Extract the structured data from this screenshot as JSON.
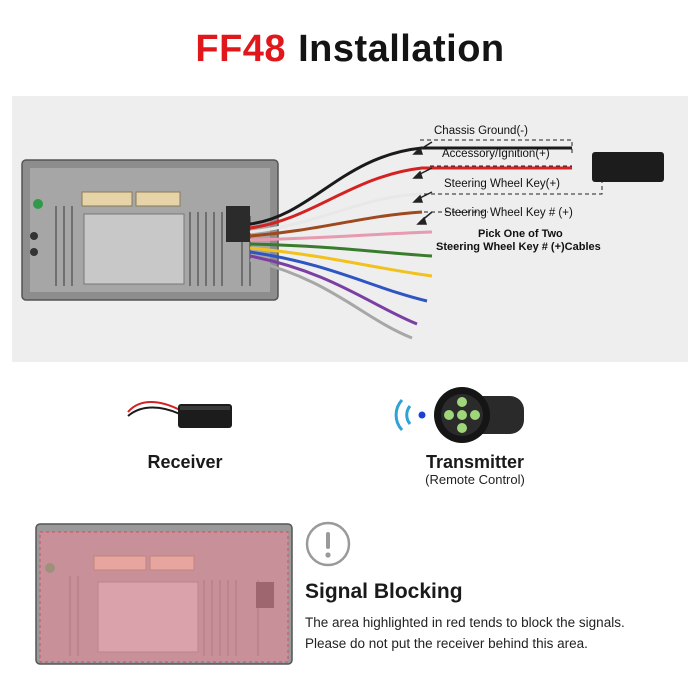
{
  "header": {
    "model": "FF48",
    "word": "Installation"
  },
  "wiring": {
    "chassis_ground": "Chassis Ground(-)",
    "accessory": "Accessory/Ignition(+)",
    "steering_key": "Steering Wheel Key(+)",
    "steering_key_hash": "Steering Wheel Key # (+)",
    "pick_line1": "Pick One of Two",
    "pick_line2": "Steering Wheel Key # (+)Cables"
  },
  "components": {
    "receiver": "Receiver",
    "transmitter": "Transmitter",
    "transmitter_sub": "(Remote Control)"
  },
  "warning": {
    "title": "Signal Blocking",
    "line1": "The area highlighted in red tends to block the signals.",
    "line2": "Please do not put the receiver behind this area."
  },
  "colors": {
    "accent_red": "#e0171b",
    "highlight": "#e58a99"
  }
}
